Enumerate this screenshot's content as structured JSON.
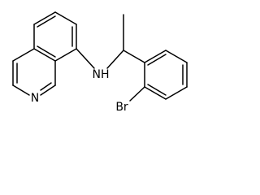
{
  "structure": {
    "atoms": {
      "quinoline_n": "N",
      "amine": "NH",
      "bromo": "Br"
    },
    "colors": {
      "bond": "#000000",
      "label": "#000000",
      "background": "#ffffff"
    }
  }
}
